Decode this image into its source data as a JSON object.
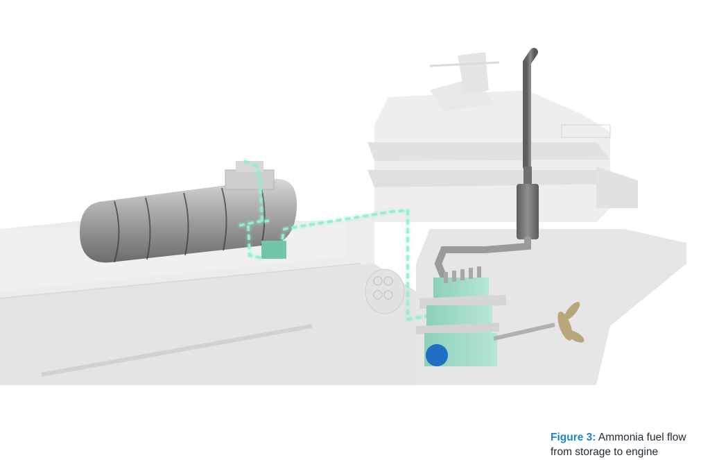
{
  "figure": {
    "label": "Figure 3:",
    "caption_line1": "Ammonia fuel flow",
    "caption_line2": "from storage to engine",
    "components": [
      "ammonia-storage-tank",
      "tank-connection-space",
      "fuel-supply-unit",
      "fuel-line",
      "main-engine",
      "exhaust-funnel",
      "propeller-shaft",
      "propeller"
    ],
    "colors": {
      "fuel_line": "#7fe0c6",
      "engine": "#9fd9c8",
      "engine_end_cover": "#1f6fc4",
      "tank": "#9a9a9a",
      "exhaust": "#6e6e6e",
      "propeller": "#b8a77a",
      "hull": "#e9e9e9",
      "caption_label": "#1f84c6"
    }
  }
}
